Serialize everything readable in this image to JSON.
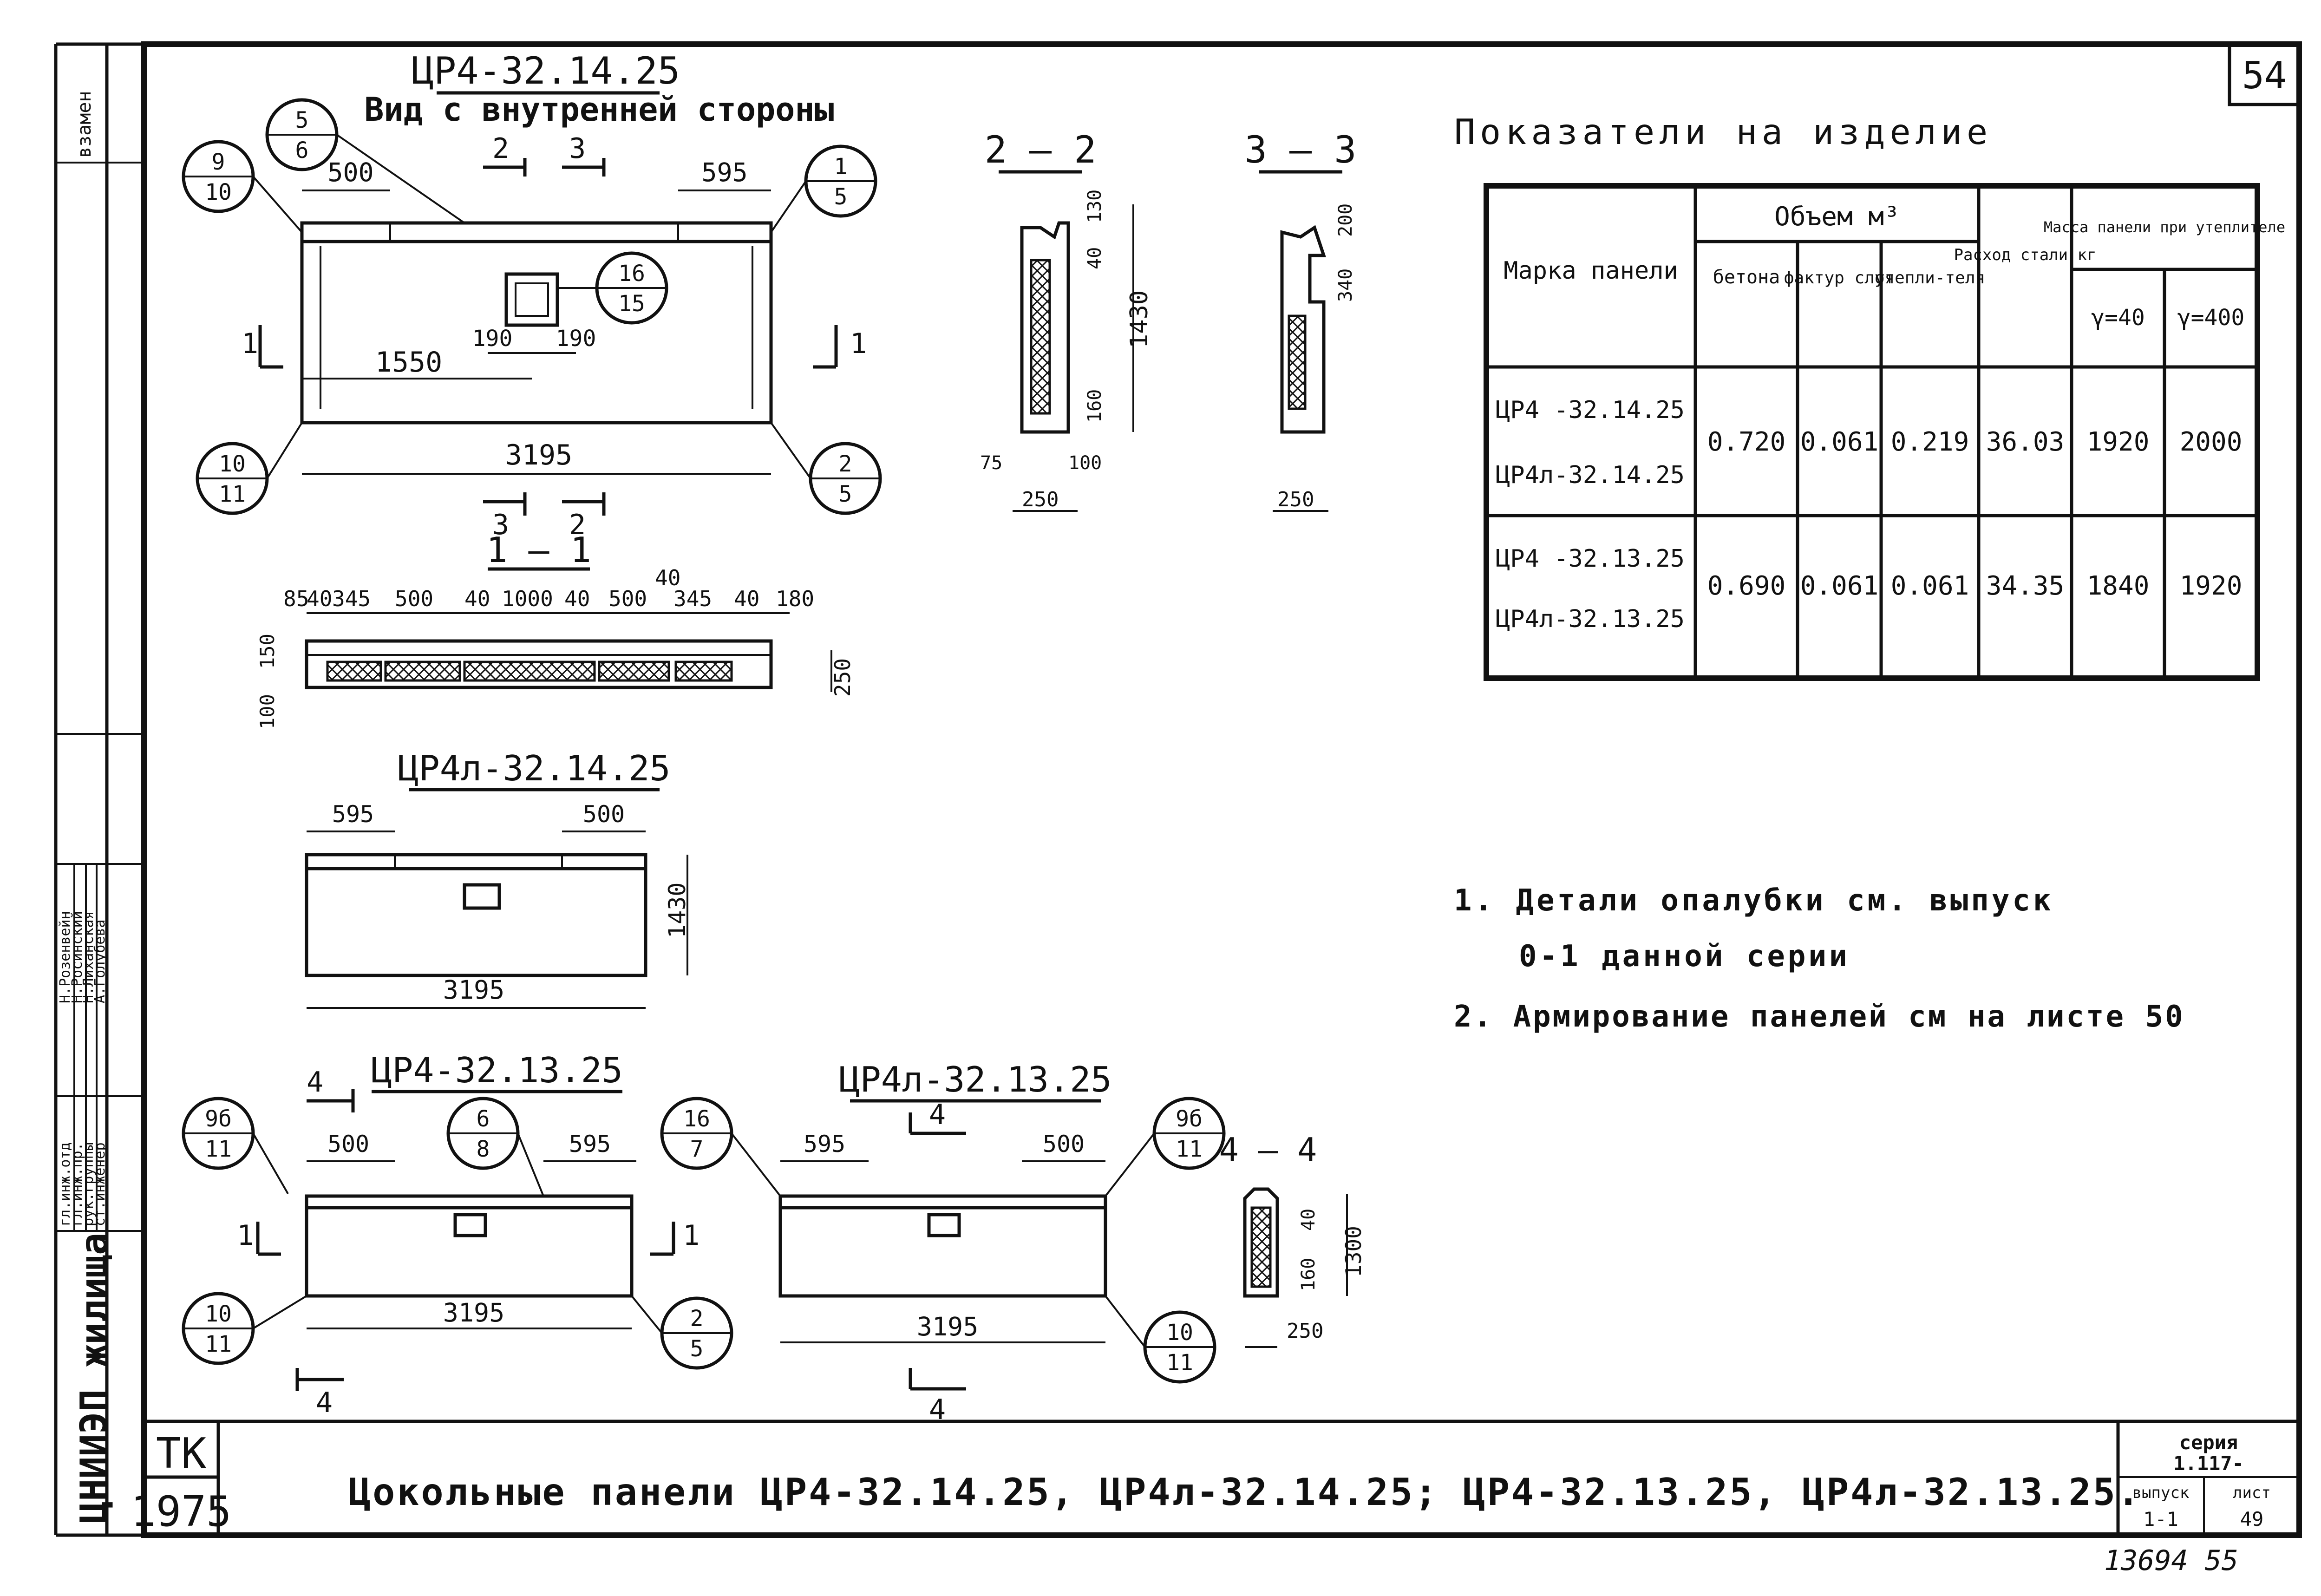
{
  "sheet": {
    "page_number": "54",
    "bottom_numbers": "13694   55",
    "stamp": {
      "tk": "TK",
      "year": "1975"
    },
    "title": "Цокольные панели ЦР4-32.14.25, ЦР4л-32.14.25; ЦР4-32.13.25, ЦР4л-32.13.25.",
    "series": {
      "label": "серия",
      "value": "1.117-",
      "issue_label": "выпуск",
      "issue": "1-1",
      "sheet_label": "лист",
      "sheet": "49"
    },
    "org": "ЦНИИЭП жилища",
    "vzamen": "взамен",
    "signatures": [
      {
        "role": "гл.инж.отд",
        "name": "Н.Розенвейн"
      },
      {
        "role": "гл.инж.пр.",
        "name": "Н.Росинский"
      },
      {
        "role": "рук.группы",
        "name": "Н.Лиханская"
      },
      {
        "role": "ст.инженер",
        "name": "А.Голубева"
      }
    ]
  },
  "drawings": {
    "main": {
      "mark": "ЦР4-32.14.25",
      "subtitle": "Вид с внутренней стороны",
      "dims": {
        "left_top": "500",
        "right_top": "595",
        "hole_left": "190",
        "hole_right": "190",
        "offset": "1550",
        "length": "3195"
      },
      "sections": {
        "s2": "2",
        "s3": "3",
        "s1": "1"
      },
      "callouts": [
        {
          "top": "5",
          "bottom": "6"
        },
        {
          "top": "9",
          "bottom": "10"
        },
        {
          "top": "1",
          "bottom": "5"
        },
        {
          "top": "16",
          "bottom": "15"
        },
        {
          "top": "10",
          "bottom": "11"
        },
        {
          "top": "2",
          "bottom": "5"
        }
      ]
    },
    "section_1_1": {
      "title": "1 — 1",
      "dims": [
        "85",
        "40",
        "345",
        "500",
        "40",
        "1000",
        "40",
        "500",
        "40",
        "345",
        "40",
        "180"
      ],
      "height_dims": [
        "150",
        "100"
      ],
      "depth": "250"
    },
    "section_2_2": {
      "title": "2 — 2",
      "dims": {
        "top": "130",
        "mid": "40",
        "height": "1430",
        "bottom": "160",
        "left": "75",
        "right": "100",
        "width": "250"
      }
    },
    "section_3_3": {
      "title": "3 — 3",
      "dims": {
        "top": "200",
        "mid": "340",
        "width": "250"
      }
    },
    "panel_l_14": {
      "mark": "ЦР4л-32.14.25",
      "dims": {
        "left": "595",
        "right": "500",
        "height": "1430",
        "length": "3195"
      }
    },
    "panel_13": {
      "mark": "ЦР4-32.13.25",
      "dims": {
        "left": "500",
        "right": "595",
        "length": "3195"
      },
      "sections": {
        "s4": "4",
        "s1": "1"
      },
      "callouts": [
        {
          "top": "9б",
          "bottom": "11"
        },
        {
          "top": "6",
          "bottom": "8"
        },
        {
          "top": "10",
          "bottom": "11"
        },
        {
          "top": "2",
          "bottom": "5"
        }
      ]
    },
    "panel_l_13": {
      "mark": "ЦР4л-32.13.25",
      "dims": {
        "left": "595",
        "right": "500",
        "length": "3195"
      },
      "sections": {
        "s4": "4"
      },
      "callouts": [
        {
          "top": "16",
          "bottom": "7"
        },
        {
          "top": "9б",
          "bottom": "11"
        },
        {
          "top": "10",
          "bottom": "11"
        }
      ]
    },
    "section_4_4": {
      "title": "4 — 4",
      "dims": {
        "mid": "40",
        "bottom": "160",
        "height": "1300",
        "width": "250"
      }
    }
  },
  "indicators": {
    "title": "Показатели на изделие",
    "headers": {
      "mark": "Марка панели",
      "volume": "Объем  м³",
      "concrete": "бетона",
      "texture": "фактур слоя",
      "insulation": "утепли-теля",
      "steel": "Расход стали кг",
      "mass": "Масса панели при утеплителе",
      "g40": "γ=40",
      "g400": "γ=400"
    },
    "rows": [
      {
        "marks": [
          "ЦР4 -32.14.25",
          "ЦР4л-32.14.25"
        ],
        "concrete": "0.720",
        "texture": "0.061",
        "insulation": "0.219",
        "steel": "36.03",
        "g40": "1920",
        "g400": "2000"
      },
      {
        "marks": [
          "ЦР4 -32.13.25",
          "ЦР4л-32.13.25"
        ],
        "concrete": "0.690",
        "texture": "0.061",
        "insulation": "0.061",
        "steel": "34.35",
        "g40": "1840",
        "g400": "1920"
      }
    ]
  },
  "notes": [
    "1. Детали опалубки см. выпуск",
    "0-1   данной   серии",
    "2. Армирование панелей см на листе 50"
  ]
}
